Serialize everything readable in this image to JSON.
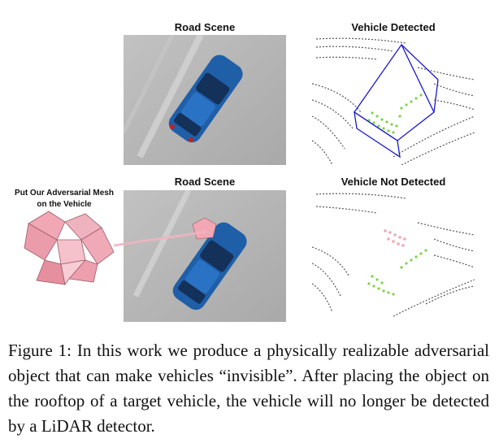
{
  "panels": {
    "top_left_title": "Road Scene",
    "top_right_title": "Vehicle Detected",
    "bottom_left_title": "Road Scene",
    "bottom_right_title": "Vehicle Not Detected"
  },
  "mesh_label": "Put Our Adversarial Mesh on the Vehicle",
  "caption": "Figure 1: In this work we produce a physically realizable adversarial object that can make vehicles “invisible”. After placing the object on the rooftop of a target vehicle, the vehicle will no longer be detected by a LiDAR detector.",
  "colors": {
    "road": "#b7b7b7",
    "car": "#1f5fa8",
    "mesh": "#f2a7b5",
    "lidar_points": "#555555",
    "car_points": "#7dd34a",
    "box": "#1a1acc"
  }
}
